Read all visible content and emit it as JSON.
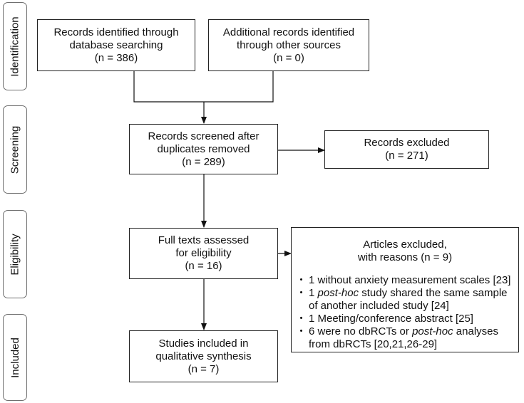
{
  "stages": {
    "identification": "Identification",
    "screening": "Screening",
    "eligibility": "Eligibility",
    "included": "Included"
  },
  "boxes": {
    "database": {
      "lines": [
        "Records identified through",
        "database searching",
        "(n = 386)"
      ]
    },
    "other": {
      "lines": [
        "Additional records identified",
        "through other sources",
        "(n = 0)"
      ]
    },
    "screened": {
      "lines": [
        "Records screened after",
        "duplicates removed",
        "(n = 289)"
      ]
    },
    "excluded": {
      "lines": [
        "Records excluded",
        "(n = 271)"
      ]
    },
    "fulltext": {
      "lines": [
        "Full texts assessed",
        "for eligibility",
        "(n = 16)"
      ]
    },
    "included": {
      "lines": [
        "Studies included in",
        "qualitative synthesis",
        "(n = 7)"
      ]
    },
    "reasons": {
      "title": [
        "Articles excluded,",
        "with reasons (n = 9)"
      ],
      "items": [
        {
          "a": "1 without anxiety measurement scales [23]"
        },
        {
          "a": "1 ",
          "b": "post-hoc",
          "c": " study shared the same sample",
          "d": "of another included study [24]"
        },
        {
          "a": "1 Meeting/conference abstract [25]"
        },
        {
          "a": "6 were no dbRCTs or ",
          "b": "post-hoc",
          "c": " analyses",
          "d": "from dbRCTs [20,21,26-29]"
        }
      ]
    }
  }
}
